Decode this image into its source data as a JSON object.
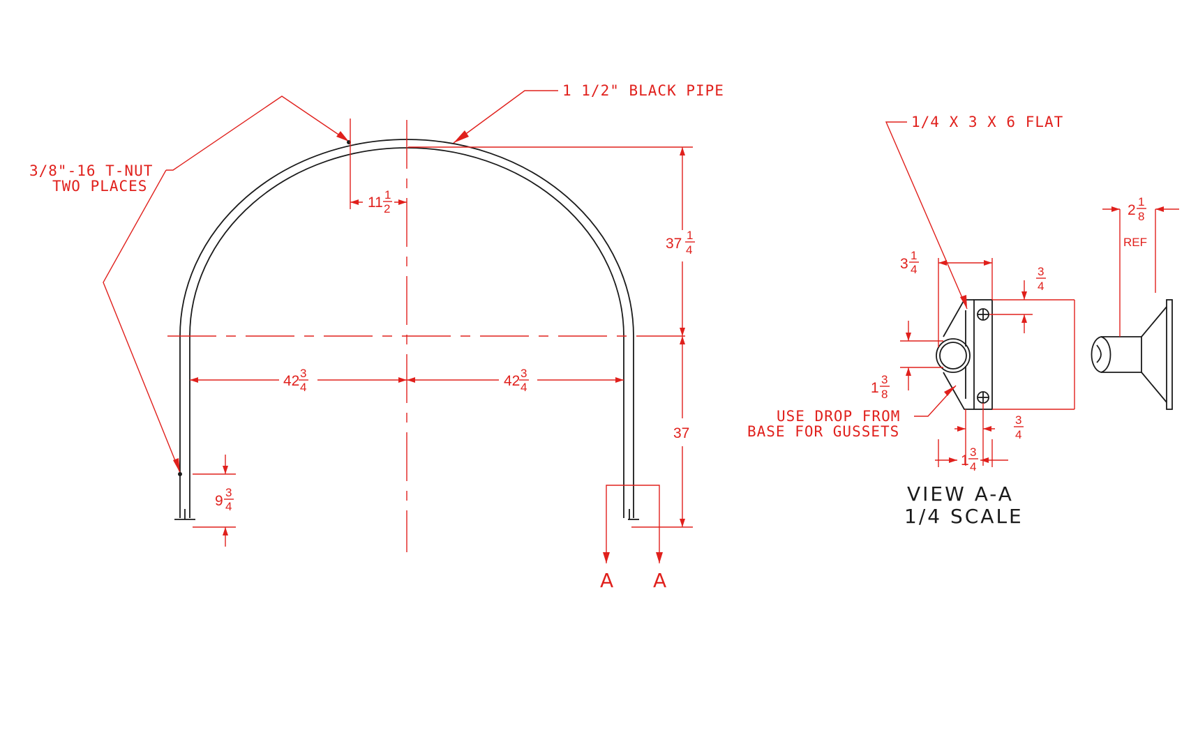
{
  "callouts": {
    "pipe": "1 1/2\" BLACK PIPE",
    "tnut_line1": "3/8\"-16 T-NUT",
    "tnut_line2": "TWO PLACES",
    "flat": "1/4 X 3 X 6 FLAT",
    "gusset_line1": "USE DROP FROM",
    "gusset_line2": "BASE FOR GUSSETS"
  },
  "dimensions": {
    "top_offset": {
      "whole": "11",
      "num": "1",
      "den": "2"
    },
    "arch_height": {
      "whole": "37",
      "num": "1",
      "den": "4"
    },
    "left_half_span": {
      "whole": "42",
      "num": "3",
      "den": "4"
    },
    "right_half_span": {
      "whole": "42",
      "num": "3",
      "den": "4"
    },
    "leg_height": {
      "whole": "37"
    },
    "tnut_height": {
      "whole": "9",
      "num": "3",
      "den": "4"
    },
    "flat_width": {
      "whole": "3",
      "num": "1",
      "den": "4"
    },
    "hole_edge_top": {
      "num": "3",
      "den": "4"
    },
    "pipe_center": {
      "whole": "1",
      "num": "3",
      "den": "8"
    },
    "hole_edge_side": {
      "num": "3",
      "den": "4"
    },
    "hole_spacing": {
      "whole": "1",
      "num": "3",
      "den": "4"
    },
    "side_offset": {
      "whole": "2",
      "num": "1",
      "den": "8"
    },
    "side_ref": "REF"
  },
  "section_marks": [
    "A",
    "A"
  ],
  "view": {
    "title": "VIEW A-A",
    "scale": "1/4 SCALE"
  },
  "colors": {
    "dimension": "#e0201c",
    "geometry": "#1a1a1a"
  }
}
